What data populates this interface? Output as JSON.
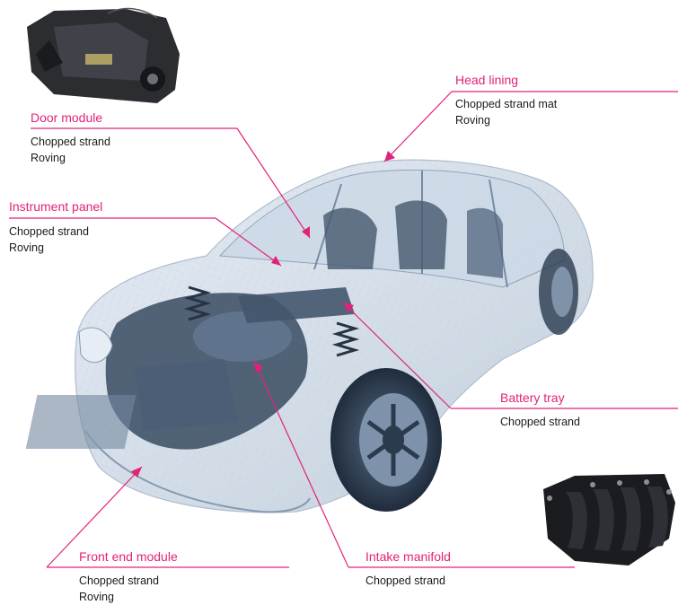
{
  "callouts": {
    "head_lining": {
      "title": "Head lining",
      "lines": [
        "Chopped strand mat",
        "Roving"
      ]
    },
    "door_module": {
      "title": "Door module",
      "lines": [
        "Chopped strand",
        "Roving"
      ]
    },
    "instrument_panel": {
      "title": "Instrument panel",
      "lines": [
        "Chopped strand",
        "Roving"
      ]
    },
    "battery_tray": {
      "title": "Battery tray",
      "lines": [
        "Chopped strand"
      ]
    },
    "front_end_module": {
      "title": "Front end module",
      "lines": [
        "Chopped strand",
        "Roving"
      ]
    },
    "intake_manifold": {
      "title": "Intake manifold",
      "lines": [
        "Chopped strand"
      ]
    }
  },
  "colors": {
    "accent": "#e2227a",
    "text": "#1a1a1a",
    "car_body": "#8fa6be",
    "car_dark": "#2c3e55"
  }
}
